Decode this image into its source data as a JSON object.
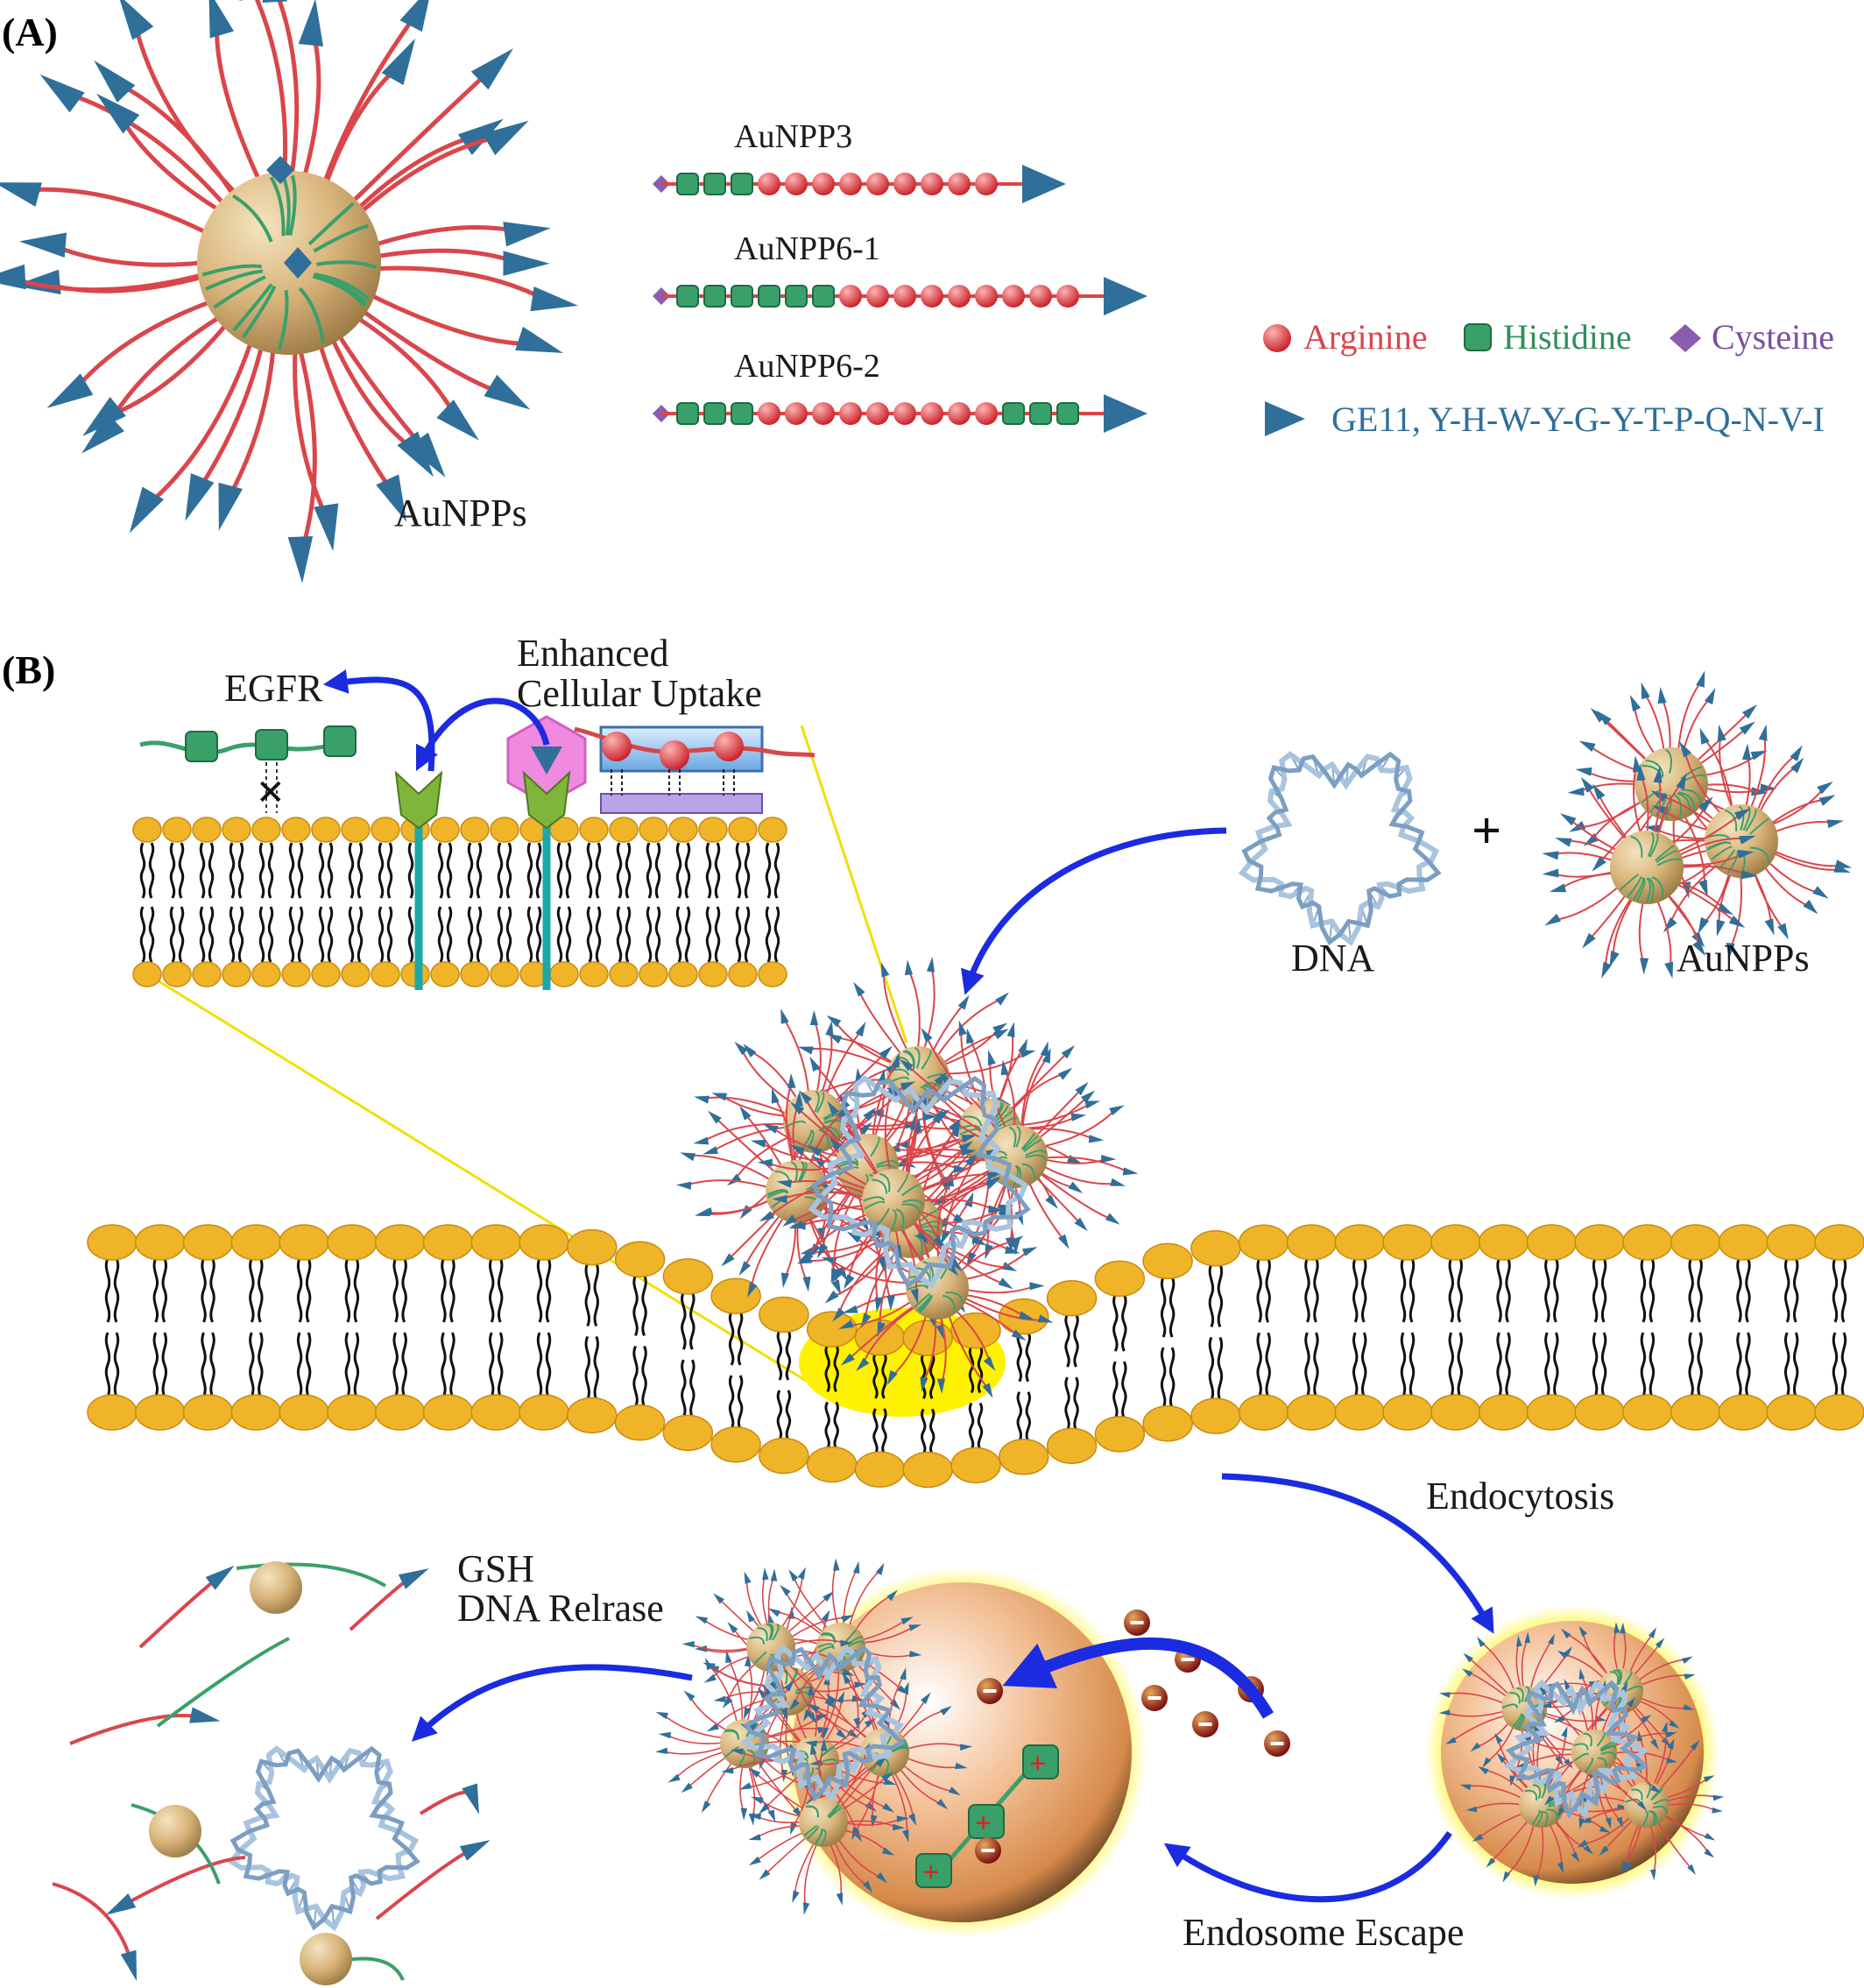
{
  "panel_a": {
    "label": "(A)",
    "particle_label": "AuNPPs",
    "constructs": [
      {
        "name": "AuNPP3",
        "his_before": 3,
        "arg": 9,
        "his_after": 0
      },
      {
        "name": "AuNPP6-1",
        "his_before": 6,
        "arg": 9,
        "his_after": 0
      },
      {
        "name": "AuNPP6-2",
        "his_before": 3,
        "arg": 9,
        "his_after": 3
      }
    ],
    "legend": {
      "arginine": "Arginine",
      "histidine": "Histidine",
      "cysteine": "Cysteine",
      "ge11": "GE11, Y-H-W-Y-G-Y-T-P-Q-N-V-I"
    }
  },
  "panel_b": {
    "label": "(B)",
    "egfr": "EGFR",
    "uptake_line1": "Enhanced",
    "uptake_line2": "Cellular Uptake",
    "dna": "DNA",
    "plus": "+",
    "aunpps": "AuNPPs",
    "endocytosis": "Endocytosis",
    "endosome_escape": "Endosome Escape",
    "gsh_line1": "GSH",
    "gsh_line2": "DNA Relrase"
  },
  "colors": {
    "arginine": "#d9464b",
    "histidine": "#3aa06a",
    "cysteine": "#8b5cb0",
    "ge11": "#2f6f9a",
    "gold": "#d8b47a",
    "lipid_head": "#f0b429",
    "arrow": "#1a2be0",
    "highlight": "#fff200",
    "dna": "#a9c4de"
  }
}
